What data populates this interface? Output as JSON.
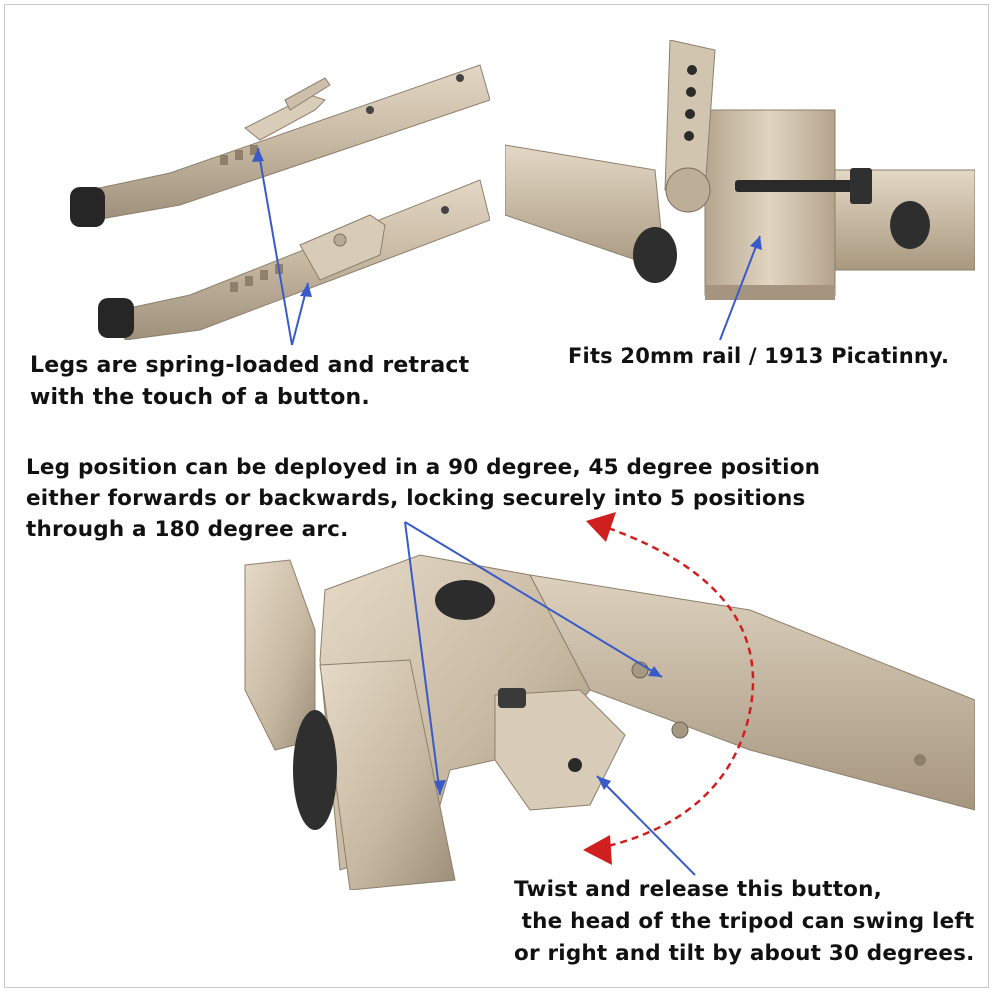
{
  "captions": {
    "legs": {
      "line1": "Legs are spring-loaded and retract",
      "line2": "with the touch of a button."
    },
    "rail": {
      "line1": "Fits 20mm rail / 1913 Picatinny."
    },
    "position": {
      "line1": "Leg position can be deployed in a 90 degree, 45 degree position",
      "line2": "either forwards or backwards, locking securely into 5 positions",
      "line3": "through a 180 degree arc."
    },
    "twist": {
      "line1": "Twist and release this button,",
      "line2": " the head of the tripod can swing left",
      "line3": "or right and tilt by about 30 degrees."
    }
  },
  "colors": {
    "metal": "#cbbba5",
    "metal_dark": "#9e8f7b",
    "metal_light": "#e2d6c4",
    "cap_black": "#262626",
    "pointer_blue": "#3a5bc7",
    "arc_red": "#d01f1f"
  }
}
